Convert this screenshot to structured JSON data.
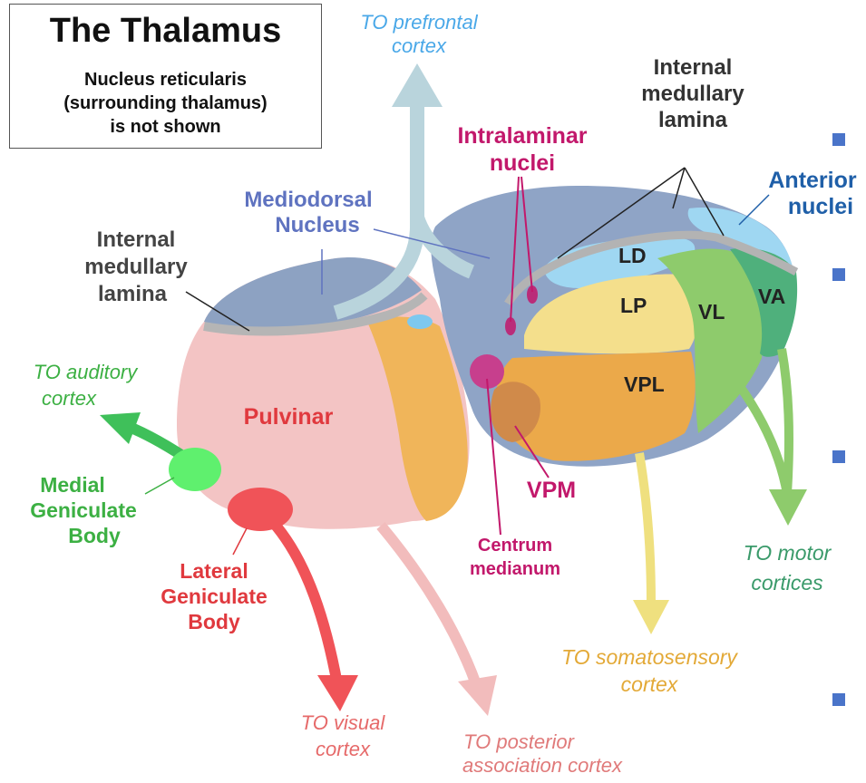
{
  "title": "The Thalamus",
  "note_lines": [
    "Nucleus reticularis",
    "(surrounding thalamus)",
    "is not shown"
  ],
  "labels": {
    "prefrontal": [
      "TO prefrontal",
      "cortex"
    ],
    "intralaminar": [
      "Intralaminar",
      "nuclei"
    ],
    "internal_lamina_top": [
      "Internal",
      "medullary",
      "lamina"
    ],
    "anterior": [
      "Anterior",
      "nuclei"
    ],
    "mediodorsal": [
      "Mediodorsal",
      "Nucleus"
    ],
    "internal_lamina_left": [
      "Internal",
      "medullary",
      "lamina"
    ],
    "ld": "LD",
    "lp": "LP",
    "vl": "VL",
    "va": "VA",
    "vpl": "VPL",
    "auditory": [
      "TO auditory",
      "cortex"
    ],
    "pulvinar": "Pulvinar",
    "medial_gb": [
      "Medial",
      "Geniculate",
      "Body"
    ],
    "vpm": "VPM",
    "centrum": [
      "Centrum",
      "medianum"
    ],
    "lateral_gb": [
      "Lateral",
      "Geniculate",
      "Body"
    ],
    "motor": [
      "TO motor",
      "cortices"
    ],
    "somato": [
      "TO somatosensory",
      "cortex"
    ],
    "visual": [
      "TO visual",
      "cortex"
    ],
    "posterior": [
      "TO posterior",
      "association cortex"
    ]
  },
  "colors": {
    "prefrontal": "#4aa8e8",
    "magenta": "#c2186b",
    "dark_blue": "#1f5fa8",
    "mediodorsal": "#5f73c0",
    "gray": "#555555",
    "green": "#3cb043",
    "red": "#e0393e",
    "motor": "#3a9a6a",
    "somato": "#e3a937",
    "visual": "#e66a6a",
    "posterior": "#e07a7a",
    "bullet": "#4a74c9"
  }
}
